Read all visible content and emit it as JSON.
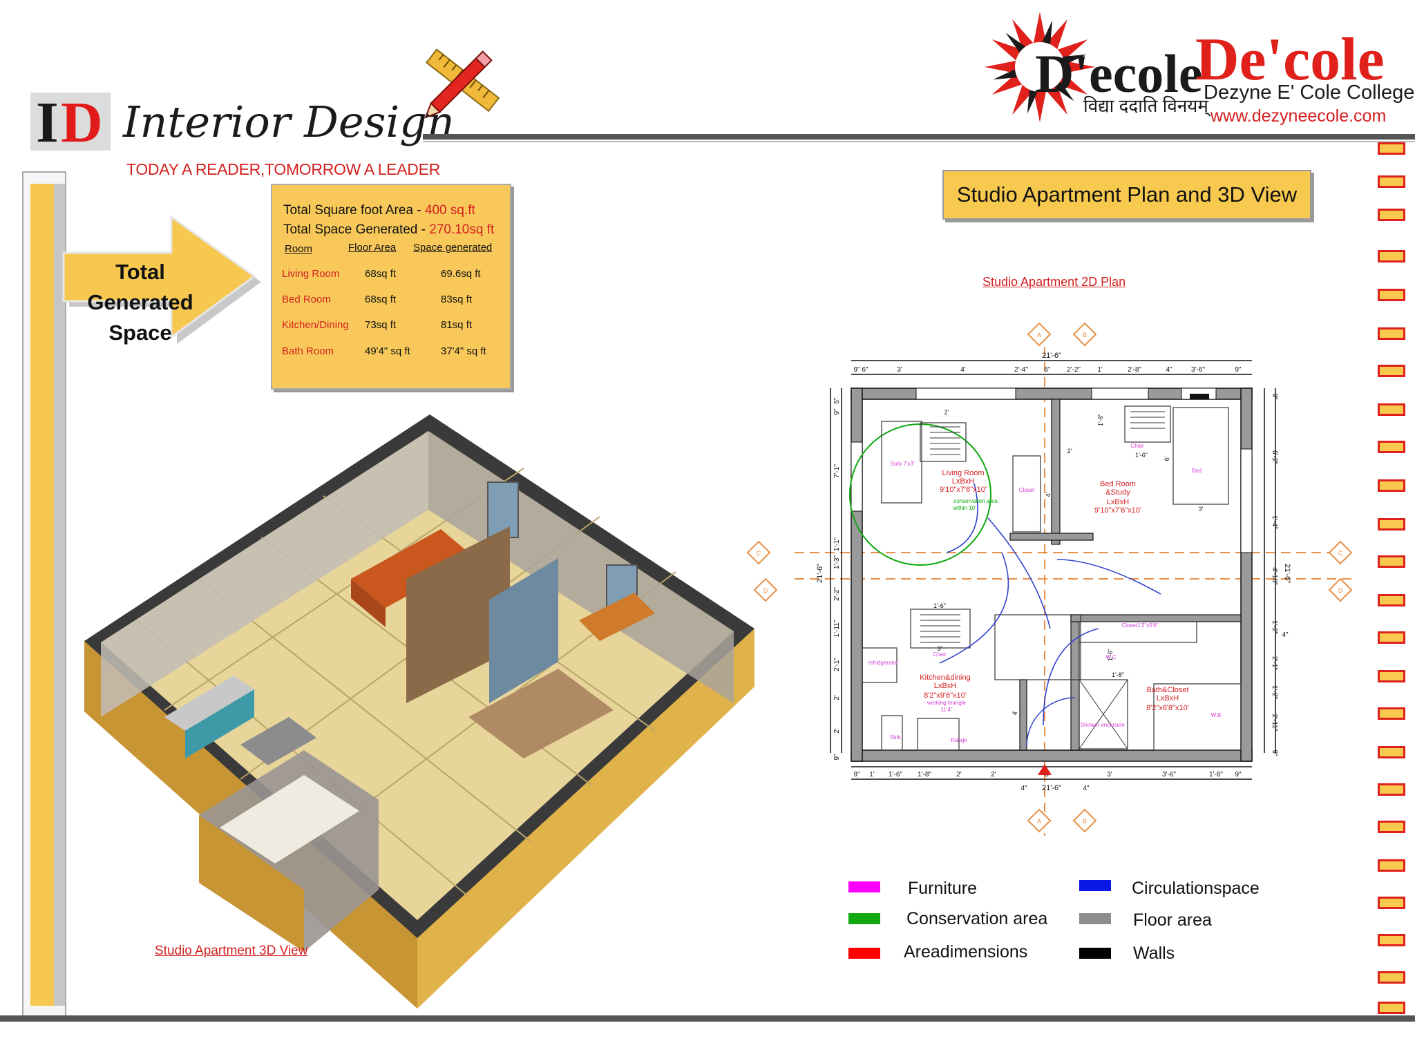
{
  "header": {
    "logo_i": "I",
    "logo_d": "D",
    "brand_title": "Interior Design",
    "tagline": "TODAY A READER,TOMORROW A LEADER",
    "college_logo_text": "D'ecole",
    "college_hindi": "विद्या ददाति विनयम्",
    "college_name": "De'cole",
    "college_subtitle": "Dezyne E' Cole College",
    "college_url": "www.dezyneecole.com"
  },
  "arrow": {
    "line1": "Total Generated",
    "line2": "Space"
  },
  "stats": {
    "total_area_label": "Total Square foot Area - ",
    "total_area_value": "400 sq.ft",
    "generated_label": "Total Space Generated - ",
    "generated_value": "270.10sq ft",
    "headers": [
      "Room",
      "Floor Area",
      "Space generated"
    ],
    "rows": [
      {
        "room": "Living Room",
        "floor": "68sq ft",
        "space": "69.6sq ft"
      },
      {
        "room": "Bed Room",
        "floor": "68sq ft",
        "space": "83sq ft"
      },
      {
        "room": "Kitchen/Dining",
        "floor": "73sq ft",
        "space": "81sq ft"
      },
      {
        "room": "Bath Room",
        "floor": "49'4\" sq ft",
        "space": "37'4\"  sq ft"
      }
    ]
  },
  "title_box": "Studio Apartment Plan and 3D View",
  "plan_caption": "Studio Apartment 2D Plan",
  "view_caption": "Studio Apartment 3D View",
  "plan": {
    "overall_top": "21'-6\"",
    "overall_bottom": "21'-6\"",
    "overall_left": "21'-6\"",
    "overall_right": "21'-6\"",
    "top_dims": [
      "9\"",
      "6\"",
      "3'",
      "4'",
      "2'-4\"",
      "6\"",
      "2'-2\"",
      "1'",
      "2'-8\"",
      "4\"",
      "3'-6\"",
      "9\""
    ],
    "bottom_dims": [
      "9\"",
      "1'",
      "1'-6\"",
      "1'-8\"",
      "2'",
      "2'",
      "3'",
      "3'",
      "3'-6\"",
      "1'-8\"",
      "9\""
    ],
    "bottom_dims_sub": [
      "4\"",
      "4\""
    ],
    "left_dims": [
      "5\"",
      "9\"",
      "7'-1\"",
      "1'-1\"",
      "1'-3\"",
      "2'-2\"",
      "1'-11\"",
      "2'-1\"",
      "2'",
      "2'",
      "9\""
    ],
    "right_dims": [
      "9\"",
      "6'-2\"",
      "1'-4\"",
      "4'-10\"",
      "1'-2\"",
      "4\"",
      "2'-1\"",
      "1'-2\"",
      "2'-11\"",
      "9\""
    ],
    "markers": [
      "A",
      "B",
      "C",
      "D"
    ],
    "living": {
      "name": "Living Room",
      "lbh": "LxBxH",
      "size": "9'10\"x7'6\"x10'",
      "note1": "conservation area",
      "note2": "within 10'",
      "sofa": "Sofa 7'x3'"
    },
    "bedroom": {
      "name": "Bed Room",
      "name2": "&Study",
      "lbh": "LxBxH",
      "size": "9'10\"x7'6\"x10'",
      "bed": "Bed",
      "chair": "Chair",
      "closet": "Closet"
    },
    "kitchen": {
      "name": "Kitchen&dining",
      "lbh": "LxBxH",
      "size": "8'2\"x9'6\"x10'",
      "note": "working triangle",
      "note2": "11'4\"",
      "fridge": "refridgerator",
      "chair": "Chair",
      "sink": "Sink",
      "range": "Range"
    },
    "bath": {
      "name": "Bath&Closet",
      "lbh": "LxBxH",
      "size": "8'2\"x6'8\"x10'",
      "wc": "W.C",
      "shower": "Shower enclosure",
      "wb": "W.B",
      "closet": "Closet1'2\"x5'6\""
    },
    "misc": [
      "2'",
      "1'-6\"",
      "1'-8\"",
      "1'-6\"",
      "6'",
      "3'",
      "2'",
      "4'",
      "3'",
      "1'-6\"",
      "1'-8\"",
      "4'"
    ]
  },
  "legend": [
    {
      "label": "Furniture",
      "color": "#ff00ff"
    },
    {
      "label": "Conservation area",
      "color": "#11a811"
    },
    {
      "label": "Areadimensions",
      "color": "#ff0000"
    },
    {
      "label": "Circulationspace",
      "color": "#0b17e6"
    },
    {
      "label": "Floor  area",
      "color": "#8e8e8e"
    },
    {
      "label": "Walls",
      "color": "#000000"
    }
  ],
  "colors": {
    "accent_yellow": "#f6c84f",
    "accent_red": "#e0201b",
    "rule_grey": "#555555"
  },
  "icons": [
    "ruler-pencil-icon",
    "college-emblem-icon"
  ]
}
